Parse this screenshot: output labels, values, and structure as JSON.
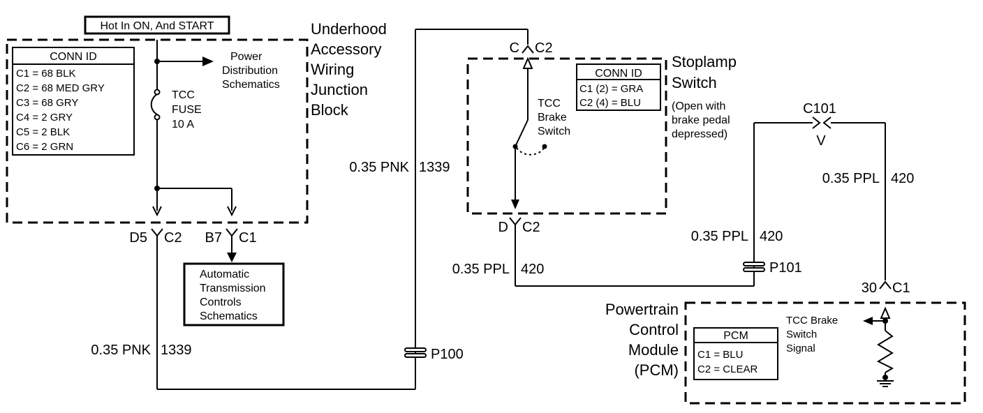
{
  "power_source_label": "Hot In ON, And START",
  "underhood_junction_block": {
    "title_lines": [
      "Underhood",
      "Accessory",
      "Wiring",
      "Junction",
      "Block"
    ],
    "conn_id": {
      "header": "CONN ID",
      "rows": [
        "C1 = 68 BLK",
        "C2 = 68 MED GRY",
        "C3 = 68 GRY",
        "C4 = 2 GRY",
        "C5 = 2 BLK",
        "C6 = 2 GRN"
      ]
    },
    "power_distribution_lines": [
      "Power",
      "Distribution",
      "Schematics"
    ],
    "fuse_lines": [
      "TCC",
      "FUSE",
      "10 A"
    ],
    "connector_d5": {
      "pin": "D5",
      "conn": "C2"
    },
    "connector_b7": {
      "pin": "B7",
      "conn": "C1"
    }
  },
  "automatic_transmission_lines": [
    "Automatic",
    "Transmission",
    "Controls",
    "Schematics"
  ],
  "wire_pnk": {
    "size_color": "0.35 PNK",
    "circuit": "1339"
  },
  "splice_p100": "P100",
  "stoplamp_switch": {
    "title_lines": [
      "Stoplamp",
      "Switch"
    ],
    "note_lines": [
      "(Open with",
      "brake pedal",
      "depressed)"
    ],
    "conn_id": {
      "header": "CONN  ID",
      "rows": [
        "C1 (2) = GRA",
        "C2 (4) = BLU"
      ]
    },
    "switch_lines": [
      "TCC",
      "Brake",
      "Switch"
    ],
    "connector_top": {
      "pin": "C",
      "conn": "C2"
    },
    "connector_bottom": {
      "pin": "D",
      "conn": "C2"
    }
  },
  "wire_ppl_1": {
    "size_color": "0.35 PPL",
    "circuit": "420"
  },
  "wire_ppl_2": {
    "size_color": "0.35 PPL",
    "circuit": "420"
  },
  "wire_ppl_3": {
    "size_color": "0.35 PPL",
    "circuit": "420"
  },
  "splice_p101": "P101",
  "inline_connector_c101": {
    "name": "C101",
    "pin": "V"
  },
  "pcm": {
    "title_lines": [
      "Powertrain",
      "Control",
      "Module",
      "(PCM)"
    ],
    "connector": {
      "pin": "30",
      "conn": "C1"
    },
    "conn_id": {
      "header": "PCM",
      "rows": [
        "C1 = BLU",
        "C2 = CLEAR"
      ]
    },
    "signal_lines": [
      "TCC Brake",
      "Switch",
      "Signal"
    ]
  }
}
